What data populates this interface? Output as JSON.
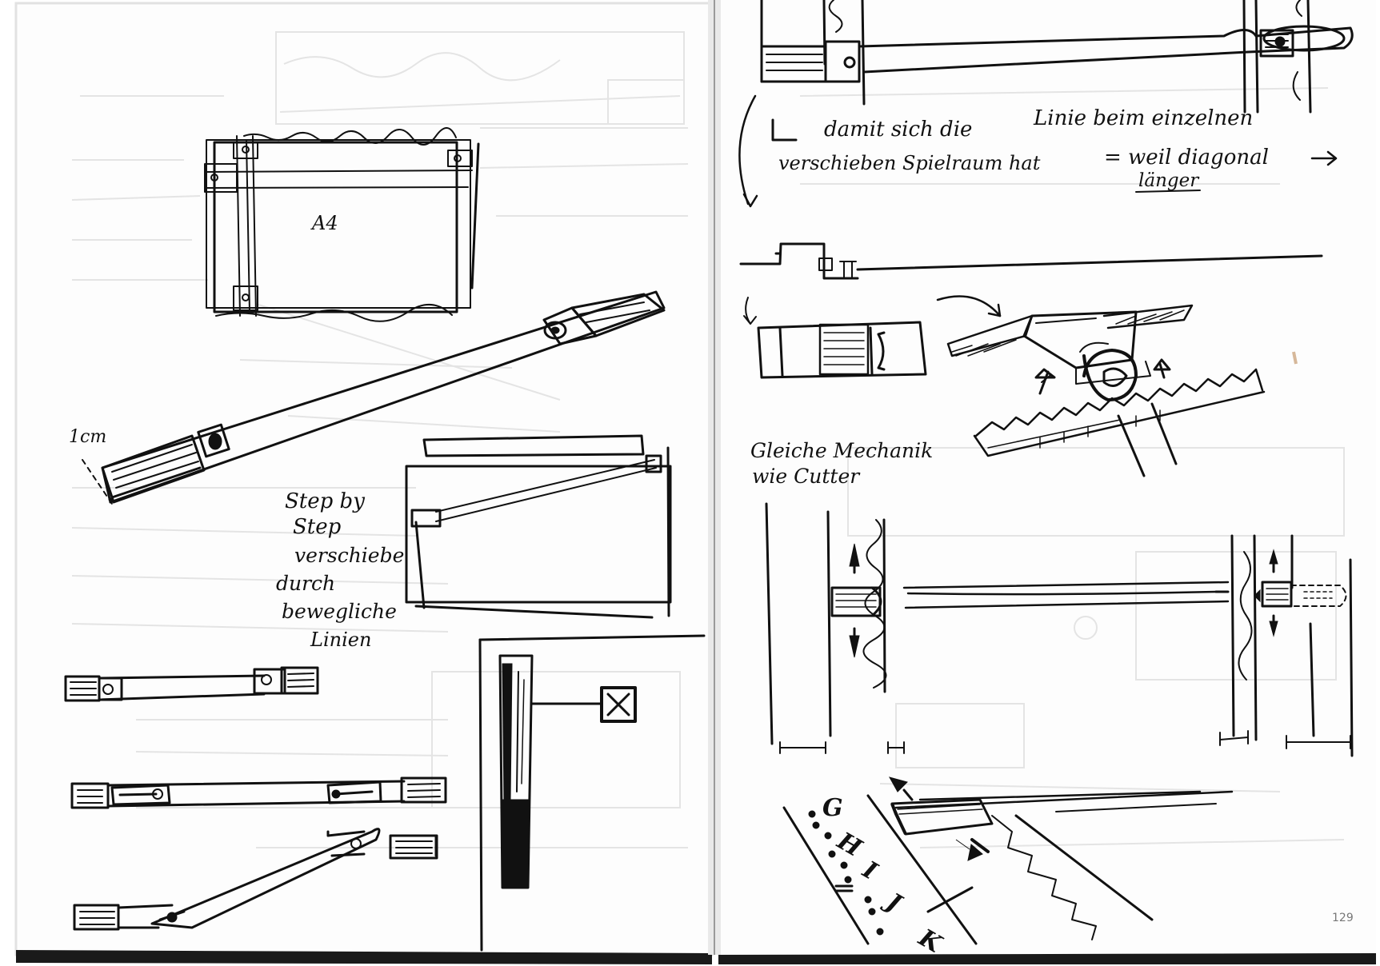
{
  "notes": {
    "a4": "A4",
    "one_cm": "1cm",
    "step_1": "Step by",
    "step_2": "Step",
    "step_3": "verschiebe",
    "step_4": "durch",
    "step_5": "bewegliche",
    "step_6": "Linien",
    "damit_1": "damit sich die",
    "damit_2": "Linie beim einzelnen",
    "damit_3": "verschieben Spielraum hat",
    "damit_4": "= weil diagonal",
    "damit_5": "länger",
    "gleiche_1": "Gleiche Mechanik",
    "gleiche_2": "wie Cutter",
    "letters": [
      "G",
      "H",
      "I",
      "J",
      "K"
    ]
  },
  "page_number": "129",
  "colors": {
    "ink": "#111111",
    "paper": "#ffffff",
    "page_edge": "#d9d9d9",
    "binding": "#9a9a9a"
  }
}
